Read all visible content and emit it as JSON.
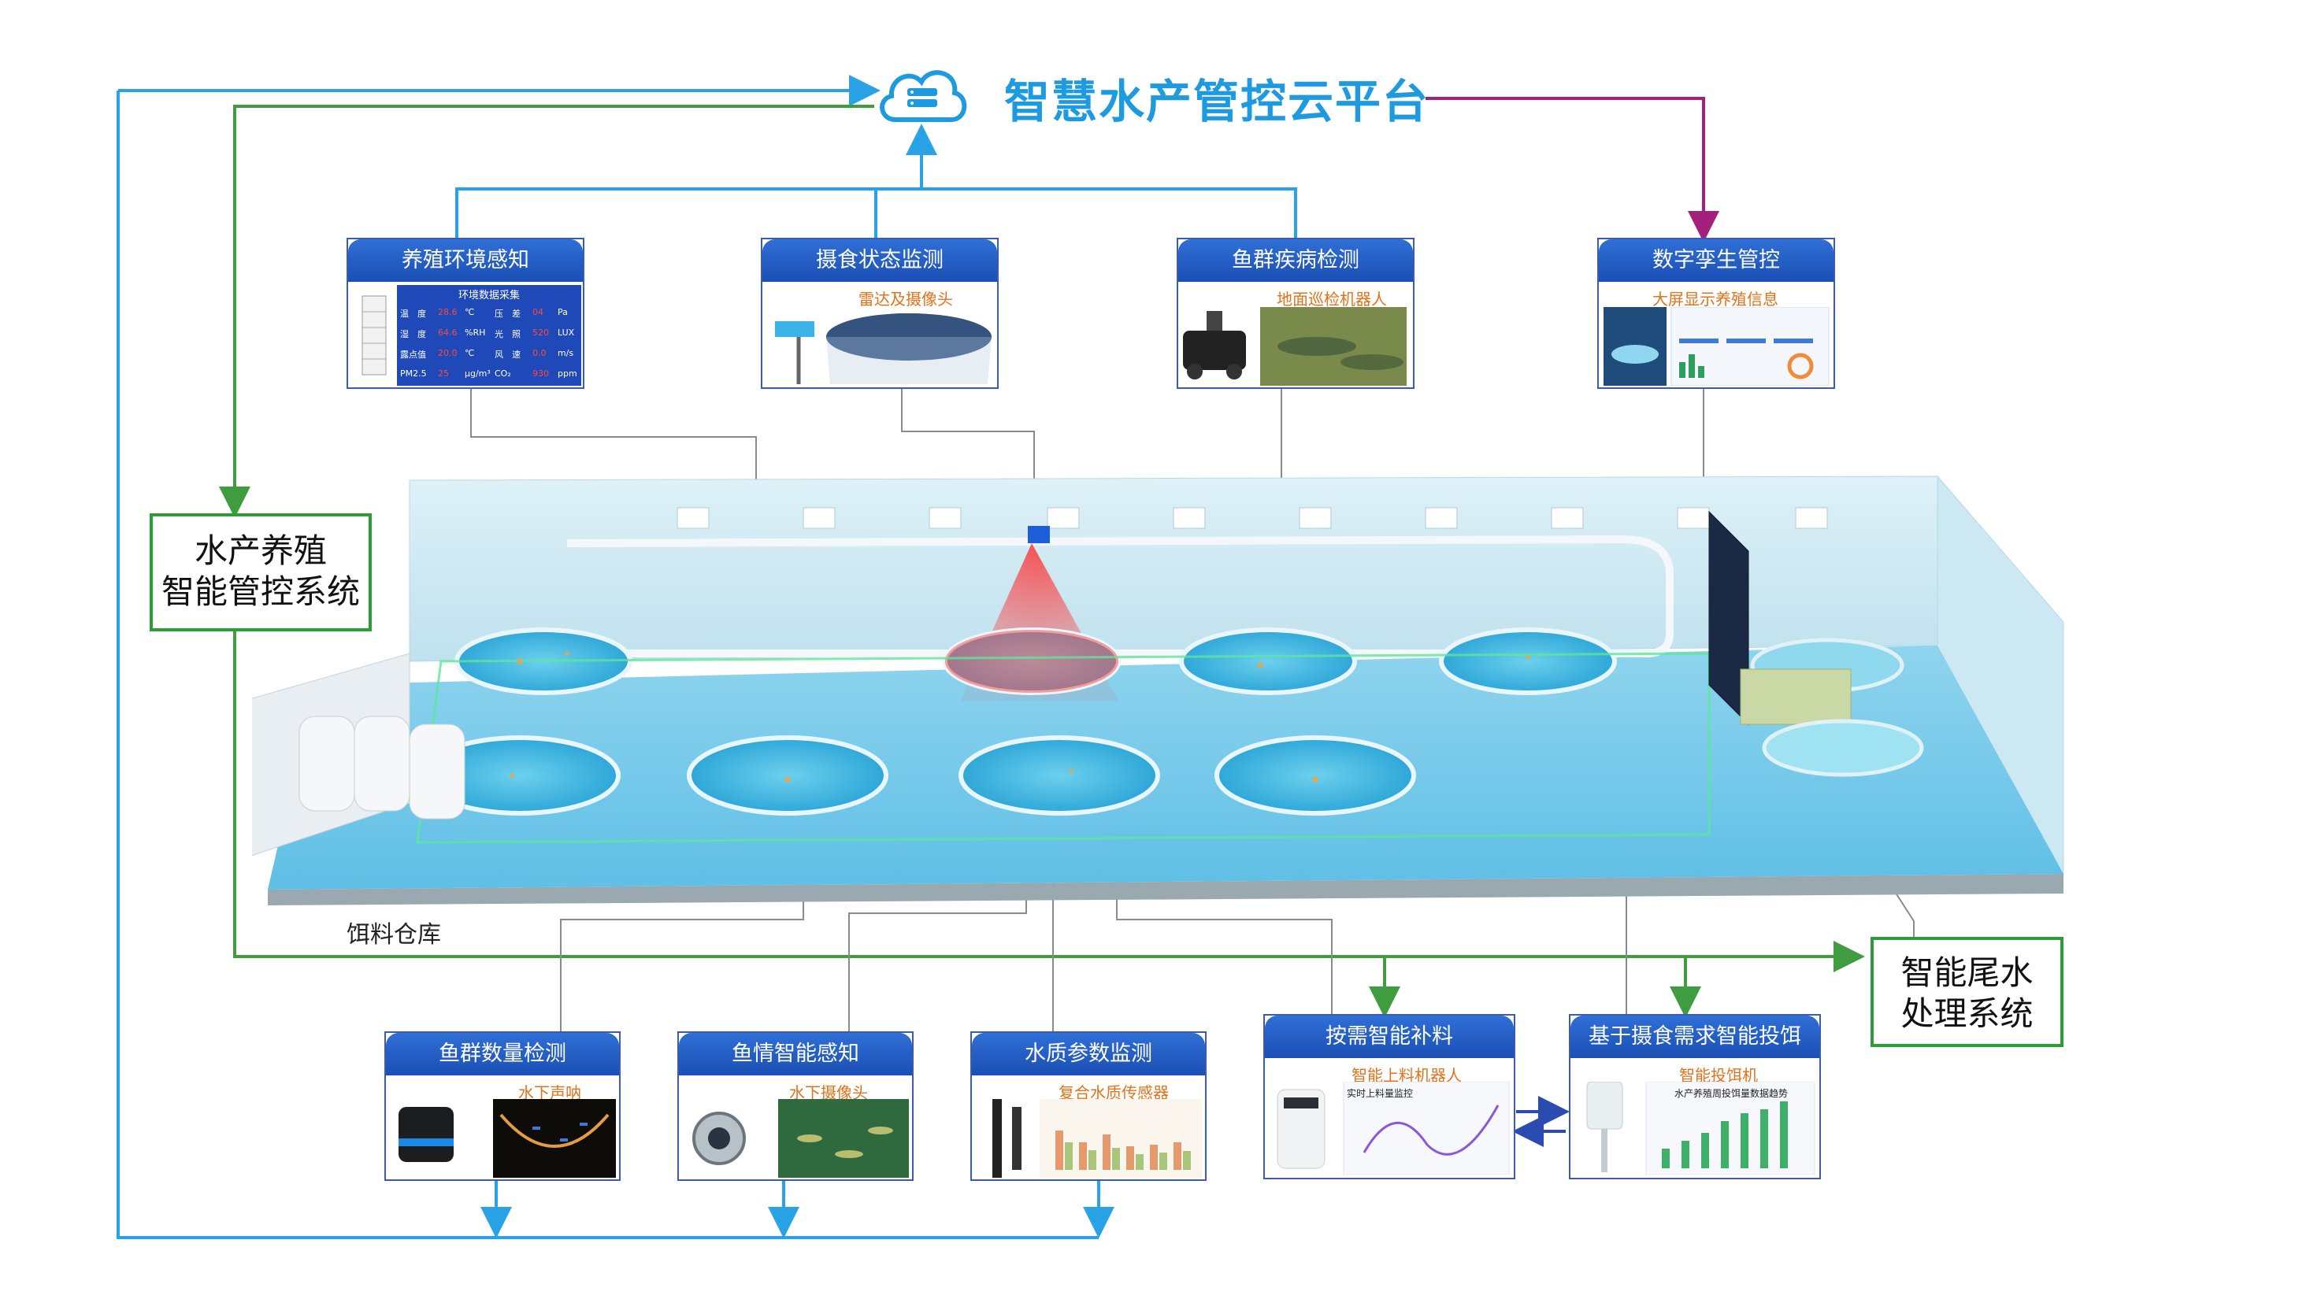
{
  "platform": {
    "title": "智慧水产管控云平台"
  },
  "cards": {
    "env": {
      "title": "养殖环境感知",
      "panel": {
        "title": "环境数据采集",
        "rows": [
          {
            "l1": "温　度",
            "v1": "28.6",
            "u1": "℃",
            "l2": "压　差",
            "v2": "04",
            "u2": "Pa"
          },
          {
            "l1": "湿　度",
            "v1": "64.6",
            "u1": "%RH",
            "l2": "光　照",
            "v2": "520",
            "u2": "LUX"
          },
          {
            "l1": "露点值",
            "v1": "20.0",
            "u1": "℃",
            "l2": "风　速",
            "v2": "0.0",
            "u2": "m/s"
          },
          {
            "l1": "PM2.5",
            "v1": "25",
            "u1": "μg/m³",
            "l2": "CO₂",
            "v2": "930",
            "u2": "ppm"
          }
        ]
      }
    },
    "feeding_state": {
      "title": "摄食状态监测",
      "sub": "雷达及摄像头"
    },
    "disease": {
      "title": "鱼群疾病检测",
      "sub": "地面巡检机器人"
    },
    "twin": {
      "title": "数字孪生管控",
      "sub": "大屏显示养殖信息"
    },
    "fish_count": {
      "title": "鱼群数量检测",
      "sub": "水下声呐"
    },
    "fish_sense": {
      "title": "鱼情智能感知",
      "sub": "水下摄像头"
    },
    "water": {
      "title": "水质参数监测",
      "sub": "复合水质传感器"
    },
    "supply": {
      "title": "按需智能补料",
      "sub": "智能上料机器人",
      "chart_title": "实时上料量监控"
    },
    "feeder": {
      "title": "基于摄食需求智能投饵",
      "sub": "智能投饵机",
      "chart_title": "水产养殖周投饵量数据趋势"
    }
  },
  "systems": {
    "control": {
      "line1": "水产养殖",
      "line2": "智能管控系统"
    },
    "tail": {
      "line1": "智能尾水",
      "line2": "处理系统"
    }
  },
  "labels": {
    "warehouse": "饵料仓库"
  },
  "colors": {
    "blue_line": "#29a3e6",
    "green_line": "#3f9c3f",
    "purple_line": "#a3207d",
    "header_blue": "#2f6fd6",
    "sub_orange": "#e2721b",
    "title_blue": "#1e9be0"
  },
  "icons": {
    "cloud": "cloud-server-icon"
  }
}
